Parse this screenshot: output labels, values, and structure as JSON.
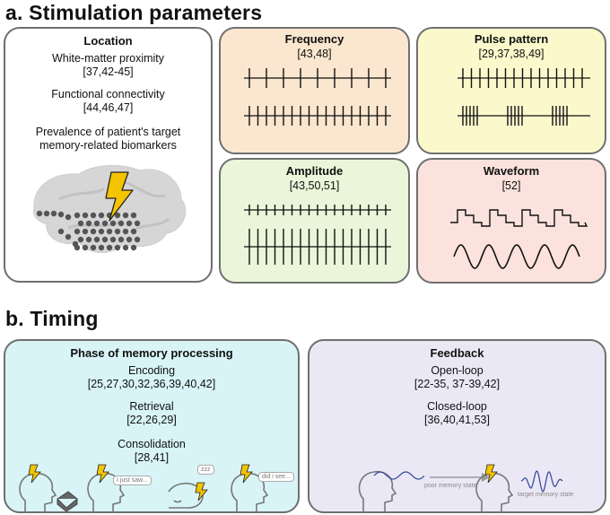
{
  "section_a": {
    "title": "a. Stimulation parameters",
    "location": {
      "title": "Location",
      "items": [
        {
          "label": "White-matter proximity",
          "ref": "[37,42-45]"
        },
        {
          "label": "Functional connectivity",
          "ref": "[44,46,47]"
        },
        {
          "label": "Prevalence of patient's target",
          "label2": "memory-related biomarkers"
        }
      ]
    },
    "frequency": {
      "title": "Frequency",
      "ref": "[43,48]"
    },
    "pulse_pattern": {
      "title": "Pulse pattern",
      "ref": "[29,37,38,49]"
    },
    "amplitude": {
      "title": "Amplitude",
      "ref": "[43,50,51]"
    },
    "waveform": {
      "title": "Waveform",
      "ref": "[52]"
    }
  },
  "section_b": {
    "title": "b. Timing",
    "phase": {
      "title": "Phase of memory processing",
      "items": [
        {
          "label": "Encoding",
          "ref": "[25,27,30,32,36,39,40,42]"
        },
        {
          "label": "Retrieval",
          "ref": "[22,26,29]"
        },
        {
          "label": "Consolidation",
          "ref": "[28,41]"
        }
      ],
      "bubbles": [
        "I just saw...",
        "zzz",
        "did i see..."
      ]
    },
    "feedback": {
      "title": "Feedback",
      "items": [
        {
          "label": "Open-loop",
          "ref": "[22-35, 37-39,42]"
        },
        {
          "label": "Closed-loop",
          "ref": "[36,40,41,53]"
        }
      ],
      "poor_state": "poor memory state",
      "target_state": "target memory state"
    }
  },
  "colors": {
    "frequency_bg": "#fbe6cf",
    "pulse_bg": "#fbf9cc",
    "amplitude_bg": "#eaf6d9",
    "waveform_bg": "#fbe2dc",
    "phase_bg": "#d8f4f6",
    "feedback_bg": "#ebe8f6",
    "bolt": "#f5c400",
    "wave_blue": "#3b4f9a"
  }
}
